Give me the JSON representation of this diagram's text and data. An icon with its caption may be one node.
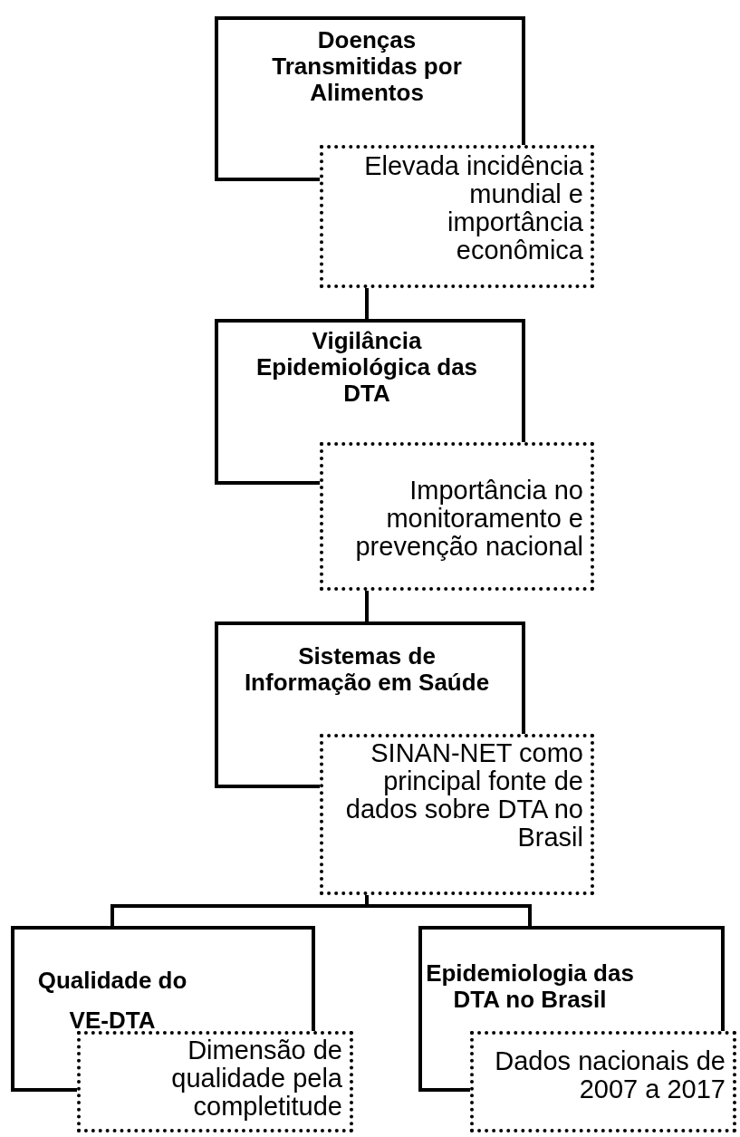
{
  "diagram": {
    "nodes": [
      {
        "text": [
          "Doenças Transmitidas por Alimentos"
        ]
      },
      {
        "text": [
          "Elevada incidência mundial e importância econômica"
        ]
      },
      {
        "text": [
          "Vigilância Epidemiológica das DTA"
        ]
      },
      {
        "text": [
          "Importância no monitoramento e prevenção nacional"
        ]
      },
      {
        "text": [
          "Sistemas de Informação em Saúde"
        ]
      },
      {
        "text": [
          "SINAN-NET como principal fonte de dados sobre DTA no Brasil"
        ]
      },
      {
        "text": [
          "Qualidade do VE-DTA"
        ]
      },
      {
        "text": [
          "Dimensão de qualidade pela completitude"
        ]
      },
      {
        "text": [
          "Epidemiologia das DTA no Brasil"
        ]
      },
      {
        "text": [
          "Dados nacionais de 2007 a 2017"
        ]
      }
    ],
    "edges": [
      {
        "from": 1,
        "to": 2,
        "arrow": "none"
      },
      {
        "from": 3,
        "to": 4,
        "arrow": "none"
      },
      {
        "from": 5,
        "to": 6,
        "arrow": "none"
      },
      {
        "from": 5,
        "to": 8,
        "arrow": "none"
      }
    ]
  }
}
